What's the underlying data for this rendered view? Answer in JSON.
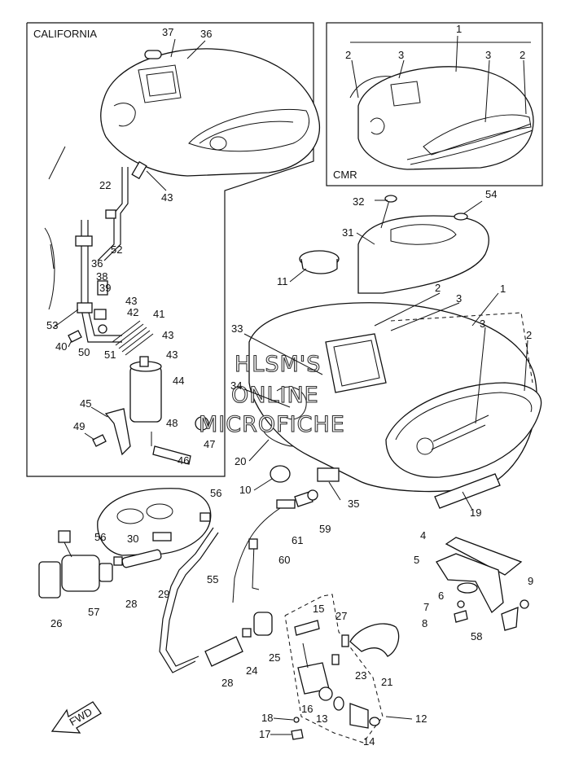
{
  "boxes": {
    "california": "CALIFORNIA",
    "cmr": "CMR"
  },
  "watermark": {
    "line1": "HLSM'S",
    "line2": "ONLINE",
    "line3": "MICROFICHE"
  },
  "fwd_label": "FWD",
  "callouts": {
    "c1a": "1",
    "c2a": "2",
    "c2b": "2",
    "c3a": "3",
    "c3b": "3",
    "c37": "37",
    "c36a": "36",
    "c43a": "43",
    "c22": "22",
    "c52": "52",
    "c36b": "36",
    "c38": "38",
    "c39": "39",
    "c43b": "43",
    "c53": "53",
    "c42": "42",
    "c41": "41",
    "c40": "40",
    "c43c": "43",
    "c43d": "43",
    "c50": "50",
    "c51": "51",
    "c44": "44",
    "c45": "45",
    "c49": "49",
    "c48": "48",
    "c47": "47",
    "c46": "46",
    "c32": "32",
    "c54": "54",
    "c31": "31",
    "c11": "11",
    "c2c": "2",
    "c1b": "1",
    "c3c": "3",
    "c33": "33",
    "c3d": "3",
    "c2d": "2",
    "c34": "34",
    "c20": "20",
    "c10": "10",
    "c35": "35",
    "c19": "19",
    "c56a": "56",
    "c56b": "56",
    "c30": "30",
    "c57": "57",
    "c28a": "28",
    "c29": "29",
    "c55": "55",
    "c26": "26",
    "c61": "61",
    "c59": "59",
    "c60": "60",
    "c4": "4",
    "c5": "5",
    "c6": "6",
    "c7": "7",
    "c8": "8",
    "c9": "9",
    "c58": "58",
    "c15": "15",
    "c27": "27",
    "c25": "25",
    "c24": "24",
    "c28b": "28",
    "c23": "23",
    "c21": "21",
    "c16": "16",
    "c13": "13",
    "c18": "18",
    "c17": "17",
    "c14": "14",
    "c12": "12"
  }
}
